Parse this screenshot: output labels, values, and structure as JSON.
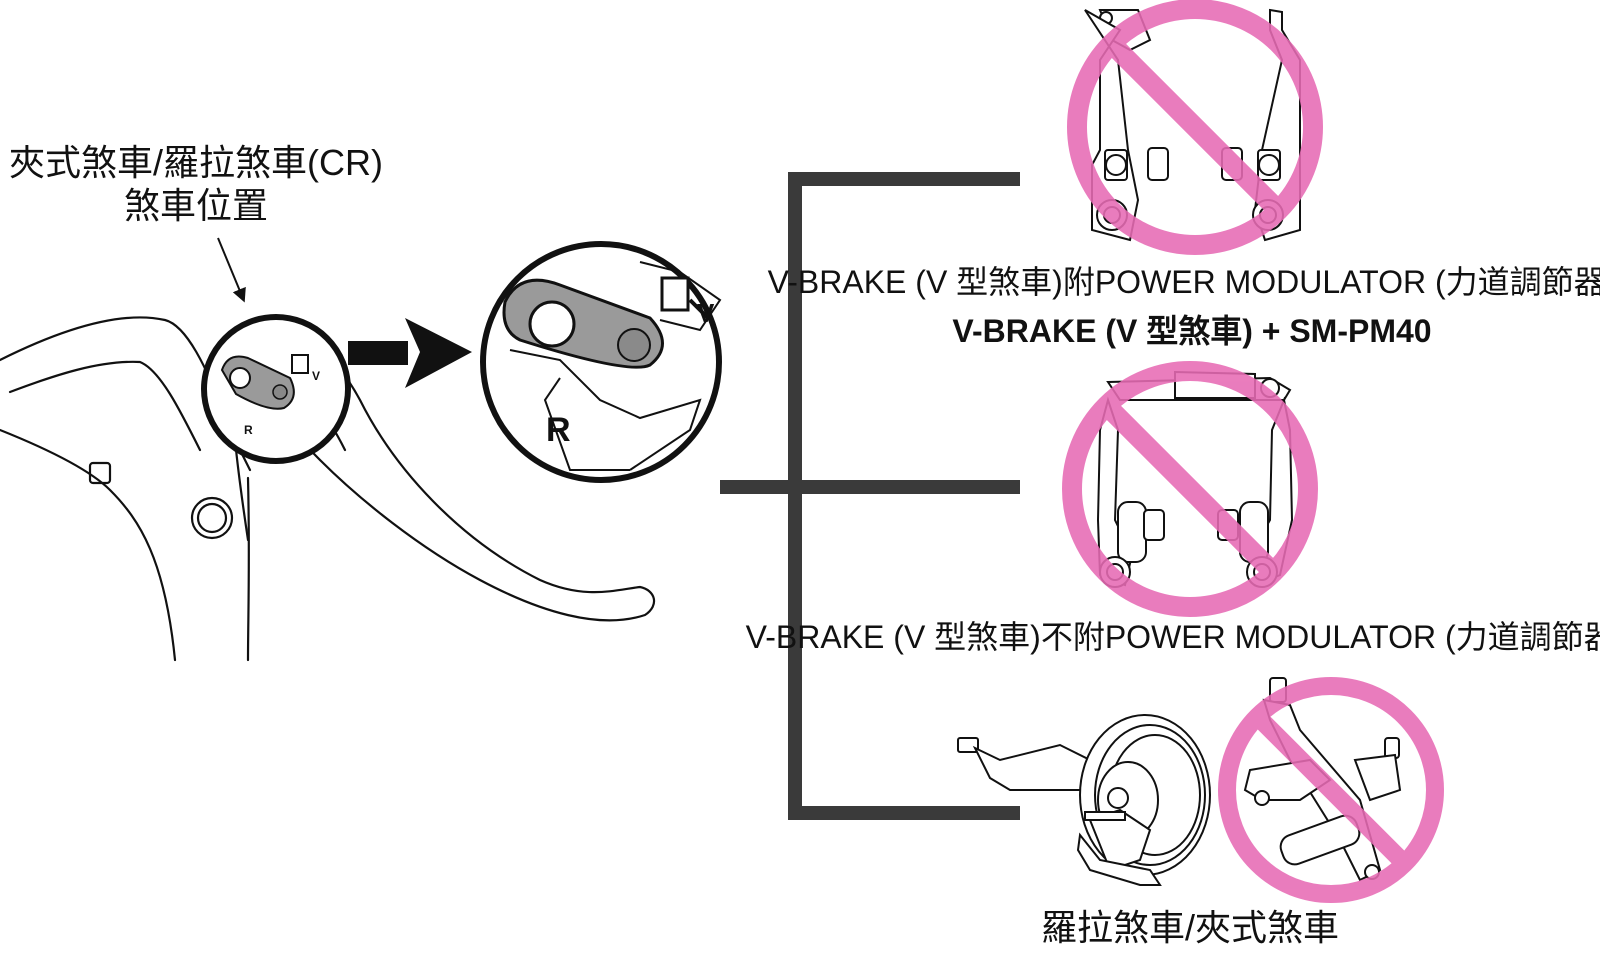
{
  "callout": {
    "line1": "夾式煞車/羅拉煞車(CR)",
    "line2": "煞車位置"
  },
  "lever": {
    "label_r": "R",
    "label_v": "V"
  },
  "brakes": [
    {
      "label": "V-BRAKE (V 型煞車)附POWER MODULATOR (力道調節器)",
      "label2": "V-BRAKE (V 型煞車) + SM-PM40",
      "prohibited": true
    },
    {
      "label": "V-BRAKE (V 型煞車)不附POWER MODULATOR (力道調節器)",
      "prohibited": true
    },
    {
      "label": "羅拉煞車/夾式煞車",
      "prohibited_left": false,
      "prohibited_right": true
    }
  ],
  "colors": {
    "prohibit": "#e76bb4",
    "line": "#111111",
    "bracket": "#3a3a3a",
    "part_fill": "#9a9a9a"
  }
}
